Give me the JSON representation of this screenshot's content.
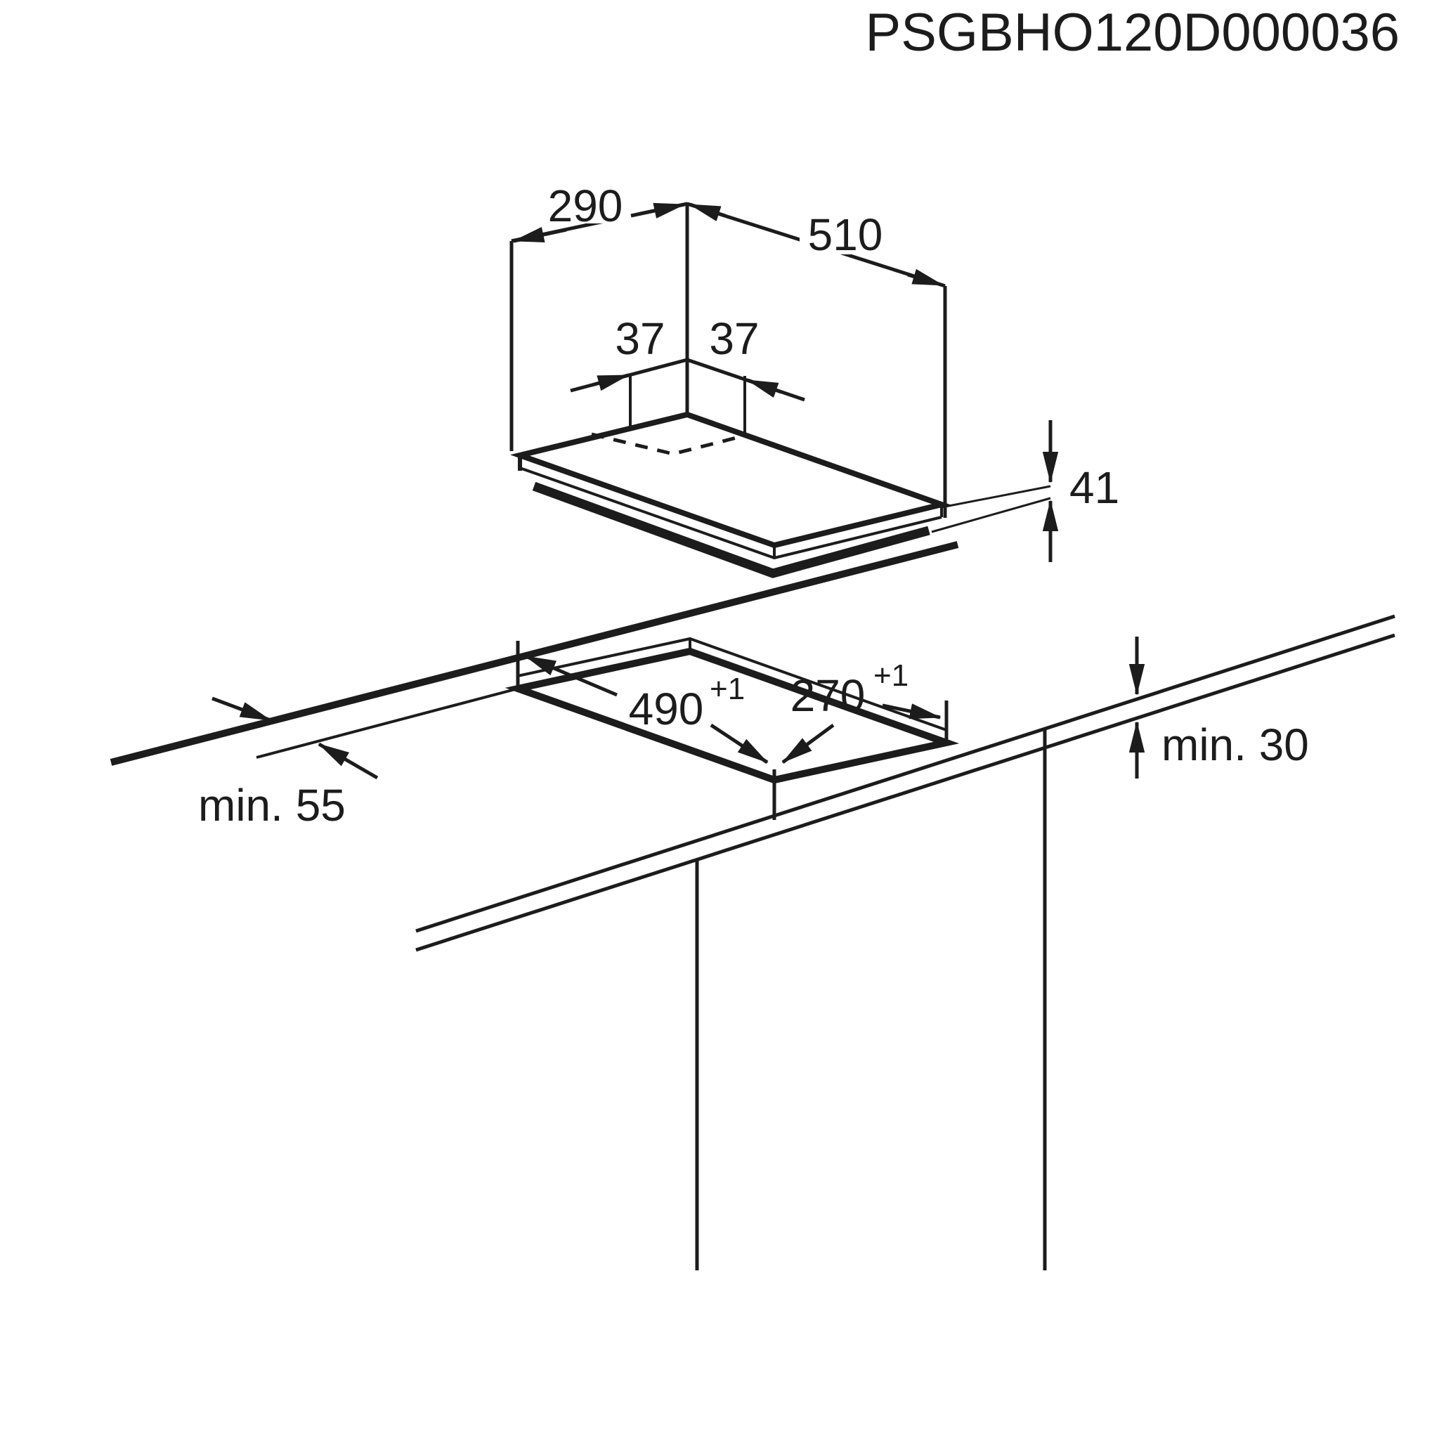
{
  "title": "PSGBHO120D000036",
  "diagram": {
    "type": "appliance-installation-drawing",
    "subject": "30 cm domino hob and worktop cut-out, isometric dimension drawing",
    "units": "mm",
    "hob": {
      "width_label": "290",
      "depth_label": "510",
      "center_offset_left_label": "37",
      "center_offset_right_label": "37",
      "height_label": "41"
    },
    "cutout": {
      "length_value": "490",
      "length_tolerance": "+1",
      "width_value": "270",
      "width_tolerance": "+1"
    },
    "clearances": {
      "rear_clearance_label": "min. 55",
      "worktop_thickness_label": "min. 30"
    }
  },
  "colors": {
    "line": "#1c1c1c",
    "background": "#ffffff"
  }
}
